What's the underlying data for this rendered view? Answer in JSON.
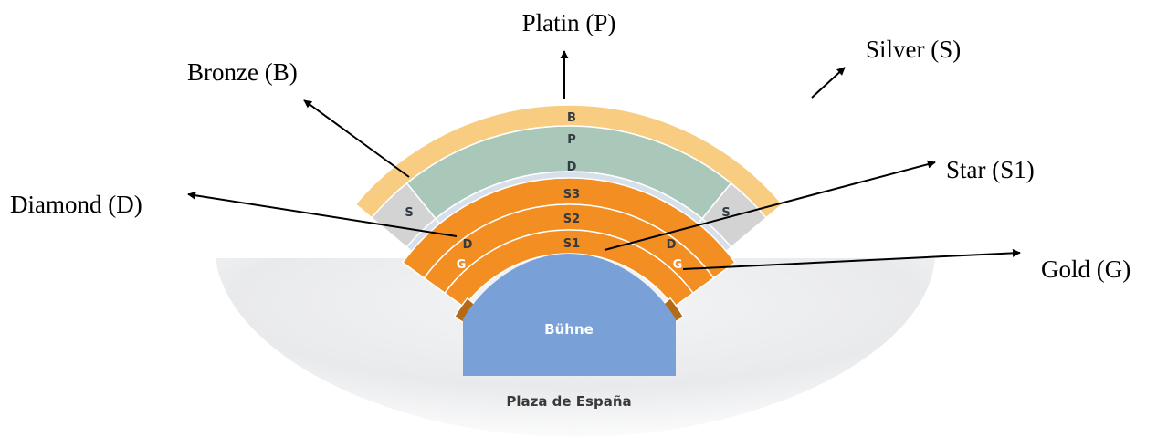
{
  "callouts": {
    "platin": "Platin (P)",
    "silver": "Silver (S)",
    "bronze": "Bronze (B)",
    "star": "Star (S1)",
    "diamond": "Diamond (D)",
    "gold": "Gold (G)"
  },
  "sections": {
    "bronze": "B",
    "platin": "P",
    "diamond": "D",
    "silver": "S",
    "star3": "S3",
    "star2": "S2",
    "star1": "S1",
    "gold": "G"
  },
  "stage": {
    "label": "Bühne"
  },
  "plaza": {
    "label": "Plaza de España"
  },
  "colors": {
    "bronze": "#f8cd82",
    "platin": "#a9c8ba",
    "diamond": "#d7e0ea",
    "silver": "#d3d3d3",
    "star": "#f28e22",
    "gold": "#b56a17",
    "stage": "#7aa1d7",
    "plaza": "#e7e8ea"
  }
}
